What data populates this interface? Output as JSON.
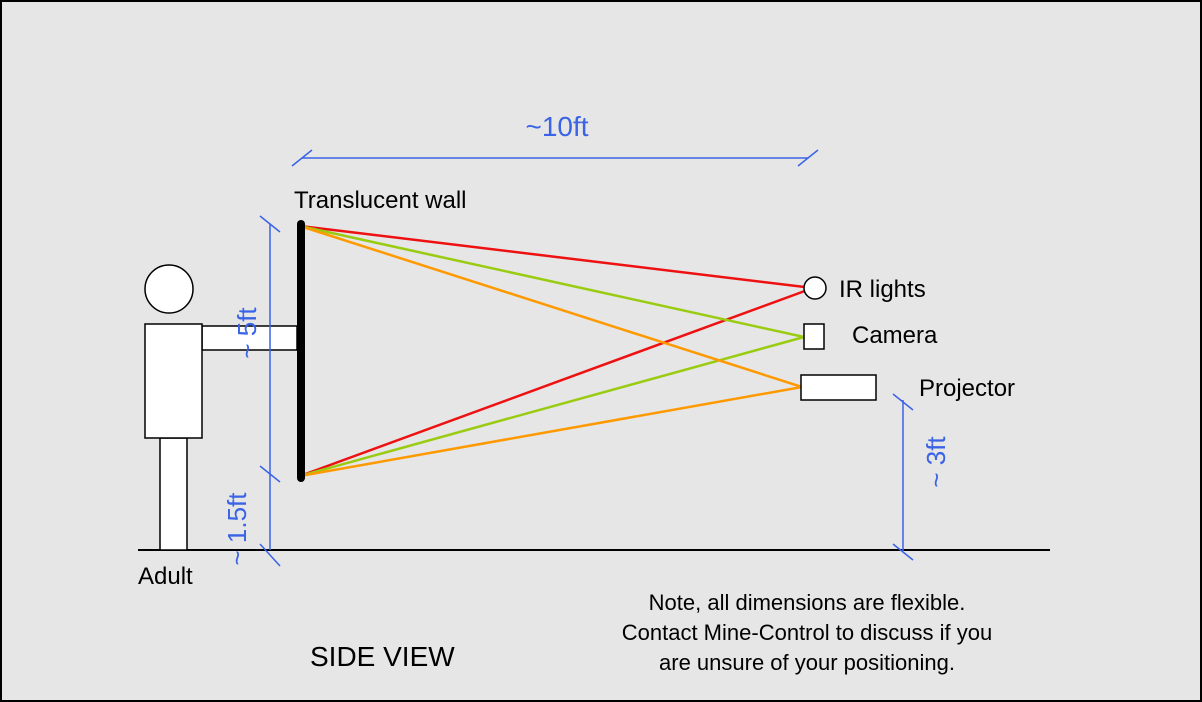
{
  "colors": {
    "background": "#e6e6e6",
    "dimension": "#3a63e6",
    "ir_ray": "#ee1111",
    "camera_ray": "#99cc11",
    "projector_ray": "#ff9900"
  },
  "labels": {
    "wall": "Translucent wall",
    "ir": "IR lights",
    "camera": "Camera",
    "projector": "Projector",
    "adult": "Adult",
    "view": "SIDE VIEW"
  },
  "dimensions": {
    "distance": "~10ft",
    "wall_height": "~ 5ft",
    "wall_base": "~ 1.5ft",
    "projector_height": "~ 3ft"
  },
  "note": {
    "line1": "Note, all dimensions are flexible.",
    "line2": "Contact Mine-Control to discuss if you",
    "line3": "are unsure of your positioning."
  },
  "icons": {
    "ir": "circle-icon",
    "camera": "square-icon",
    "projector": "rectangle-icon"
  }
}
